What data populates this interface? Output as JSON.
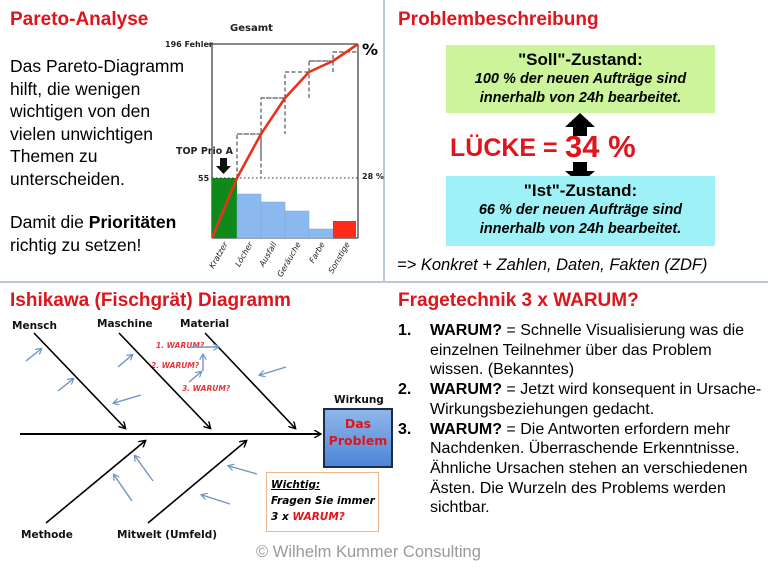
{
  "pareto": {
    "title": "Pareto-Analyse",
    "paragraph1": [
      "Das Pareto-Diagramm",
      "hilft, die wenigen",
      "wichtigen von den",
      "vielen unwichtigen",
      "Themen zu",
      "unterscheiden."
    ],
    "paragraph2_prefix": "Damit die ",
    "paragraph2_bold": "Prioritäten",
    "paragraph2_line2": "richtig zu setzen!"
  },
  "chart_data": {
    "type": "bar",
    "title": "Gesamt",
    "y_top_label": "196 Fehler",
    "y_marker_label": "55",
    "y2_label": "%",
    "y2_marker_label": "28 %",
    "annotation": "TOP Prio A",
    "categories": [
      "Kratzer",
      "Löcher",
      "Ausfall",
      "Geräuche",
      "Farbe",
      "Sonstige"
    ],
    "values": [
      55,
      39,
      32,
      26,
      6,
      12
    ],
    "colors": [
      "#0e8a1a",
      "#8bb8ee",
      "#8bb8ee",
      "#8bb8ee",
      "#8bb8ee",
      "#ff2a1a"
    ],
    "cumulative_percent": [
      28,
      48,
      64,
      77,
      80,
      100
    ],
    "ylim": [
      0,
      196
    ],
    "line_color": "#e8321e"
  },
  "problem": {
    "title": "Problembeschreibung",
    "soll_heading": "\"Soll\"-Zustand:",
    "soll_line1": "100 % der neuen Aufträge sind",
    "soll_line2": "innerhalb von 24h bearbeitet.",
    "gap_label": "LÜCKE =",
    "gap_value": "34 %",
    "ist_heading": "\"Ist\"-Zustand:",
    "ist_line1": "66 % der neuen Aufträge sind",
    "ist_line2": "innerhalb von 24h bearbeitet.",
    "zdf": "=> Konkret + Zahlen, Daten, Fakten (ZDF)",
    "colors": {
      "soll_bg": "#ccf49a",
      "ist_bg": "#9ef2f7",
      "accent": "#e0141b"
    }
  },
  "ishikawa": {
    "title": "Ishikawa (Fischgrät) Diagramm",
    "categories_top": [
      "Mensch",
      "Maschine",
      "Material"
    ],
    "categories_bottom": [
      "Methode",
      "Mitwelt (Umfeld)"
    ],
    "warum_labels": [
      "1. WARUM?",
      "2. WARUM?",
      "3. WARUM?"
    ],
    "effect_label": "Wirkung",
    "problem_line1": "Das",
    "problem_line2": "Problem",
    "note_title": "Wichtig:",
    "note_line1": "Fragen Sie immer",
    "note_line2_prefix": "3 x ",
    "note_line2_red": "WARUM?"
  },
  "fragetechnik": {
    "title": "Fragetechnik 3 x WARUM?",
    "items": [
      {
        "num": "1.",
        "bold": "WARUM?",
        "text": " = Schnelle Visualisierung was die einzelnen Teilnehmer über das Problem wissen. (Bekanntes)"
      },
      {
        "num": "2.",
        "bold": "WARUM?",
        "text": " = Jetzt wird konsequent in Ursache-Wirkungsbeziehungen gedacht."
      },
      {
        "num": "3.",
        "bold": "WARUM?",
        "text": " = Die Antworten erfordern mehr Nachdenken. Überraschende Erkenntnisse. Ähnliche Ursachen stehen an verschiedenen Ästen. Die Wurzeln des Problems werden sichtbar."
      }
    ]
  },
  "footer": {
    "copyright": "© Wilhelm Kummer Consulting"
  }
}
